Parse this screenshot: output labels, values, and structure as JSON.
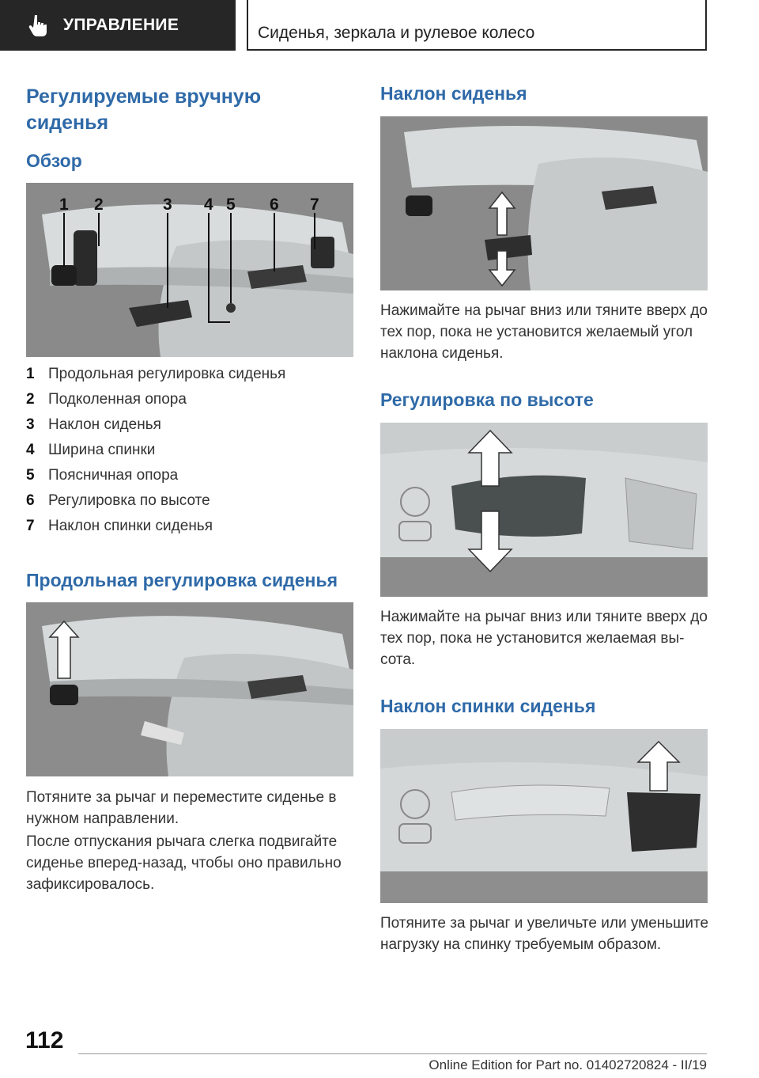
{
  "header": {
    "section_tab": "УПРАВЛЕНИЕ",
    "chapter": "Сиденья, зеркала и рулевое колесо"
  },
  "left": {
    "title": "Регулируемые вручную сиденья",
    "title_line1": "Регулируемые вручную",
    "title_line2": "сиденья",
    "overview_heading": "Обзор",
    "overview_callouts": [
      "1",
      "2",
      "3",
      "4",
      "5",
      "6",
      "7"
    ],
    "overview_items": [
      {
        "num": "1",
        "text": "Продольная регулировка сиденья"
      },
      {
        "num": "2",
        "text": "Подколенная опора"
      },
      {
        "num": "3",
        "text": "Наклон сиденья"
      },
      {
        "num": "4",
        "text": "Ширина спинки"
      },
      {
        "num": "5",
        "text": "Поясничная опора"
      },
      {
        "num": "6",
        "text": "Регулировка по высоте"
      },
      {
        "num": "7",
        "text": "Наклон спинки сиденья"
      }
    ],
    "longitudinal_heading": "Продольная регулировка сиденья",
    "longitudinal_p1_l1": "Потяните за рычаг и переместите сиденье в",
    "longitudinal_p1_l2": "нужном направлении.",
    "longitudinal_p2_l1": "После отпускания рычага слегка подвигайте",
    "longitudinal_p2_l2": "сиденье вперед-назад, чтобы оно правильно",
    "longitudinal_p2_l3": "зафиксировалось."
  },
  "right": {
    "tilt_heading": "Наклон сиденья",
    "tilt_l1": "Нажимайте на рычаг вниз или тяните вверх до",
    "tilt_l2": "тех пор, пока не установится желаемый угол",
    "tilt_l3": "наклона сиденья.",
    "height_heading": "Регулировка по высоте",
    "height_l1": "Нажимайте на рычаг вниз или тяните вверх до",
    "height_l2": "тех пор, пока не установится желаемая вы‐",
    "height_l3": "сота.",
    "backrest_heading": "Наклон спинки сиденья",
    "backrest_l1": "Потяните за рычаг и увеличьте или уменьшите",
    "backrest_l2": "нагрузку на спинку требуемым образом."
  },
  "footer": {
    "page_number": "112",
    "edition": "Online Edition for Part no. 01402720824 - II/19"
  },
  "colors": {
    "heading": "#2f6aa8",
    "header_bg": "#262626"
  }
}
